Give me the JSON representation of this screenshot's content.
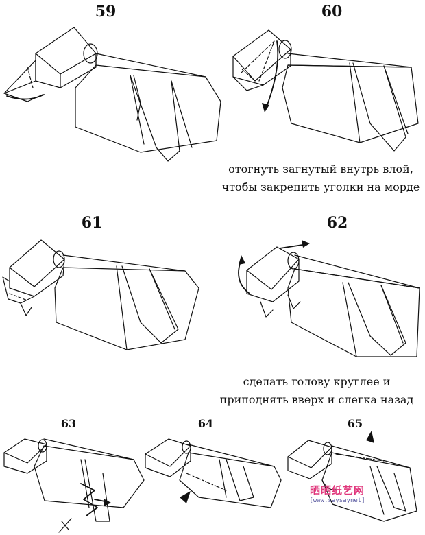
{
  "steps": [
    {
      "number": "59"
    },
    {
      "number": "60",
      "caption_line1": "отогнуть загнутый внутрь влой,",
      "caption_line2": "чтобы закрепить уголки на морде"
    },
    {
      "number": "61"
    },
    {
      "number": "62",
      "caption_line1": "сделать голову круглее и",
      "caption_line2": "приподнять вверх и слегка назад"
    },
    {
      "number": "63"
    },
    {
      "number": "64"
    },
    {
      "number": "65"
    }
  ],
  "watermark": {
    "main": "晒晒纸艺网",
    "sub": "[www.saysaynet]"
  }
}
